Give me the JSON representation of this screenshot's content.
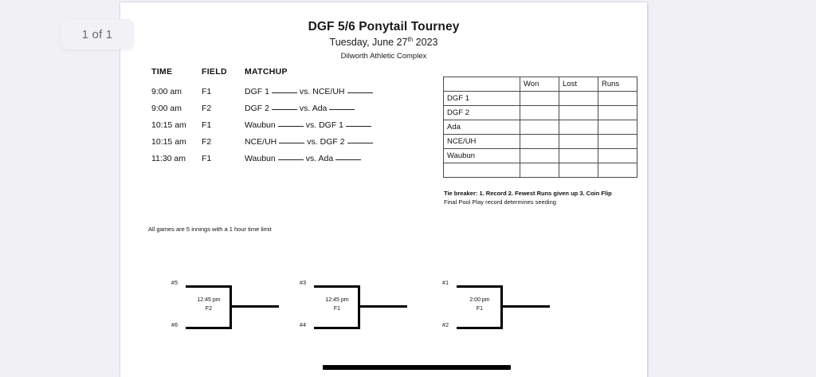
{
  "viewer": {
    "page_badge": "1 of 1",
    "background_color": "#f0f0f5"
  },
  "document": {
    "title": "DGF 5/6 Ponytail Tourney",
    "date_prefix": "Tuesday, June 27",
    "date_suffix": "th",
    "date_year": " 2023",
    "venue": "Dilworth Athletic Complex",
    "innings_note": "All games are 5 innings with a 1 hour time limit"
  },
  "schedule": {
    "headers": {
      "time": "TIME",
      "field": "FIELD",
      "matchup": "MATCHUP"
    },
    "rows": [
      {
        "time": "9:00 am",
        "field": "F1",
        "team_a": "DGF 1",
        "vs": "vs.",
        "team_b": "NCE/UH"
      },
      {
        "time": "9:00 am",
        "field": "F2",
        "team_a": "DGF 2",
        "vs": "vs.",
        "team_b": "Ada"
      },
      {
        "time": "10:15 am",
        "field": "F1",
        "team_a": "Waubun",
        "vs": "vs.",
        "team_b": "DGF 1"
      },
      {
        "time": "10:15 am",
        "field": "F2",
        "team_a": "NCE/UH",
        "vs": "vs.",
        "team_b": "DGF 2"
      },
      {
        "time": "11:30 am",
        "field": "F1",
        "team_a": "Waubun",
        "vs": "vs.",
        "team_b": "Ada"
      }
    ]
  },
  "standings": {
    "headers": [
      "",
      "Won",
      "Lost",
      "Runs"
    ],
    "rows": [
      {
        "team": "DGF 1",
        "won": "",
        "lost": "",
        "runs": ""
      },
      {
        "team": "DGF 2",
        "won": "",
        "lost": "",
        "runs": ""
      },
      {
        "team": "Ada",
        "won": "",
        "lost": "",
        "runs": ""
      },
      {
        "team": "NCE/UH",
        "won": "",
        "lost": "",
        "runs": ""
      },
      {
        "team": "Waubun",
        "won": "",
        "lost": "",
        "runs": ""
      },
      {
        "team": "",
        "won": "",
        "lost": "",
        "runs": ""
      }
    ]
  },
  "tiebreaker": {
    "line1": "Tie breaker: 1. Record 2. Fewest Runs given up 3. Coin Flip",
    "line2": "Final Pool Play record determines seeding"
  },
  "brackets": [
    {
      "seed_top": "#5",
      "seed_bottom": "#6",
      "time": "12:45 pm",
      "field": "F2"
    },
    {
      "seed_top": "#3",
      "seed_bottom": "#4",
      "time": "12:45 pm",
      "field": "F1"
    },
    {
      "seed_top": "#1",
      "seed_bottom": "#2",
      "time": "2:00 pm",
      "field": "F1"
    }
  ]
}
